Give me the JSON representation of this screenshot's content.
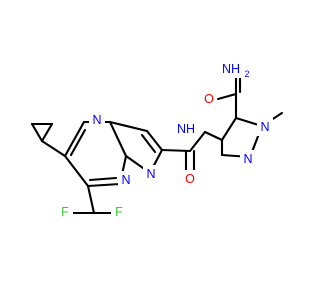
{
  "colors": {
    "bond": "#000000",
    "carbon": "#000000",
    "nitrogen": "#0000ff",
    "oxygen": "#ff0000",
    "fluorine": "#33cc33",
    "background": "#ffffff"
  },
  "atoms": {
    "nh2": "NH",
    "nh2_sub": "2",
    "o_amide1": "O",
    "n_pyrazole_methyl": "N",
    "n_pyrazole": "N",
    "nh_link": "NH",
    "o_amide2": "O",
    "n_pyrimidine": "N",
    "n_bridge": "N",
    "n_pyrazolo": "N",
    "f1": "F",
    "f2": "F"
  }
}
